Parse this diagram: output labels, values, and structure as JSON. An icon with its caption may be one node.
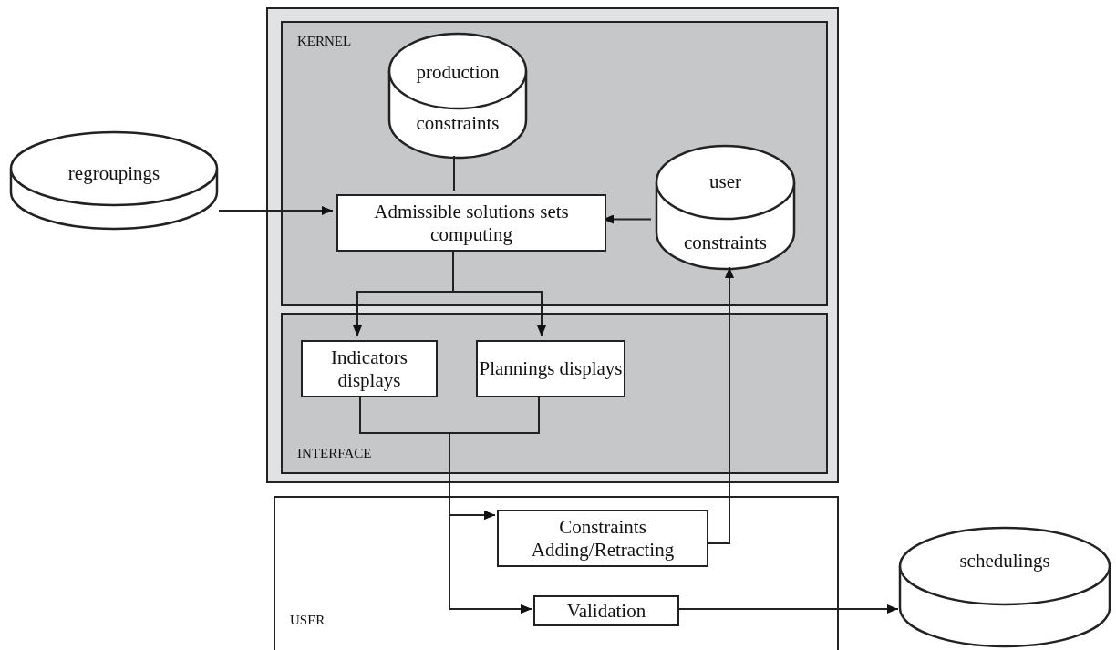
{
  "diagram": {
    "nodes": [
      {
        "text": [],
        "shape": "box"
      },
      {
        "text": [
          "KERNEL"
        ],
        "in": 0
      },
      {
        "text": [
          "production constraints"
        ],
        "in": 1
      },
      {
        "text": [
          "Admissible solutions sets computing"
        ],
        "in": 1
      },
      {
        "text": [
          "user constraints"
        ],
        "in": 1
      },
      {
        "text": [
          "INTERFACE"
        ],
        "in": 0
      },
      {
        "text": [
          "Indicators displays"
        ],
        "in": 5
      },
      {
        "text": [
          "Plannings displays"
        ],
        "in": 5
      },
      {
        "text": [
          "regroupings"
        ]
      },
      {
        "text": [
          "USER"
        ]
      },
      {
        "text": [
          "Constraints Adding/Retracting"
        ],
        "in": 9
      },
      {
        "text": [
          "Validation"
        ],
        "in": 9
      },
      {
        "text": [
          "schedulings"
        ]
      }
    ],
    "edges": [
      {
        "from": 2,
        "to": 3,
        "arrow": "none"
      },
      {
        "from": 8,
        "to": 3,
        "arrow": "to"
      },
      {
        "from": 4,
        "to": 3,
        "arrow": "to"
      },
      {
        "from": 3,
        "to": 6,
        "arrow": "to"
      },
      {
        "from": 3,
        "to": 7,
        "arrow": "to"
      },
      {
        "from": 6,
        "to": 10,
        "arrow": "to"
      },
      {
        "from": 7,
        "to": 10,
        "arrow": "to"
      },
      {
        "from": 6,
        "to": 11,
        "arrow": "to"
      },
      {
        "from": 7,
        "to": 11,
        "arrow": "to"
      },
      {
        "from": 10,
        "to": 4,
        "arrow": "to"
      },
      {
        "from": 11,
        "to": 12,
        "arrow": "to"
      }
    ]
  }
}
